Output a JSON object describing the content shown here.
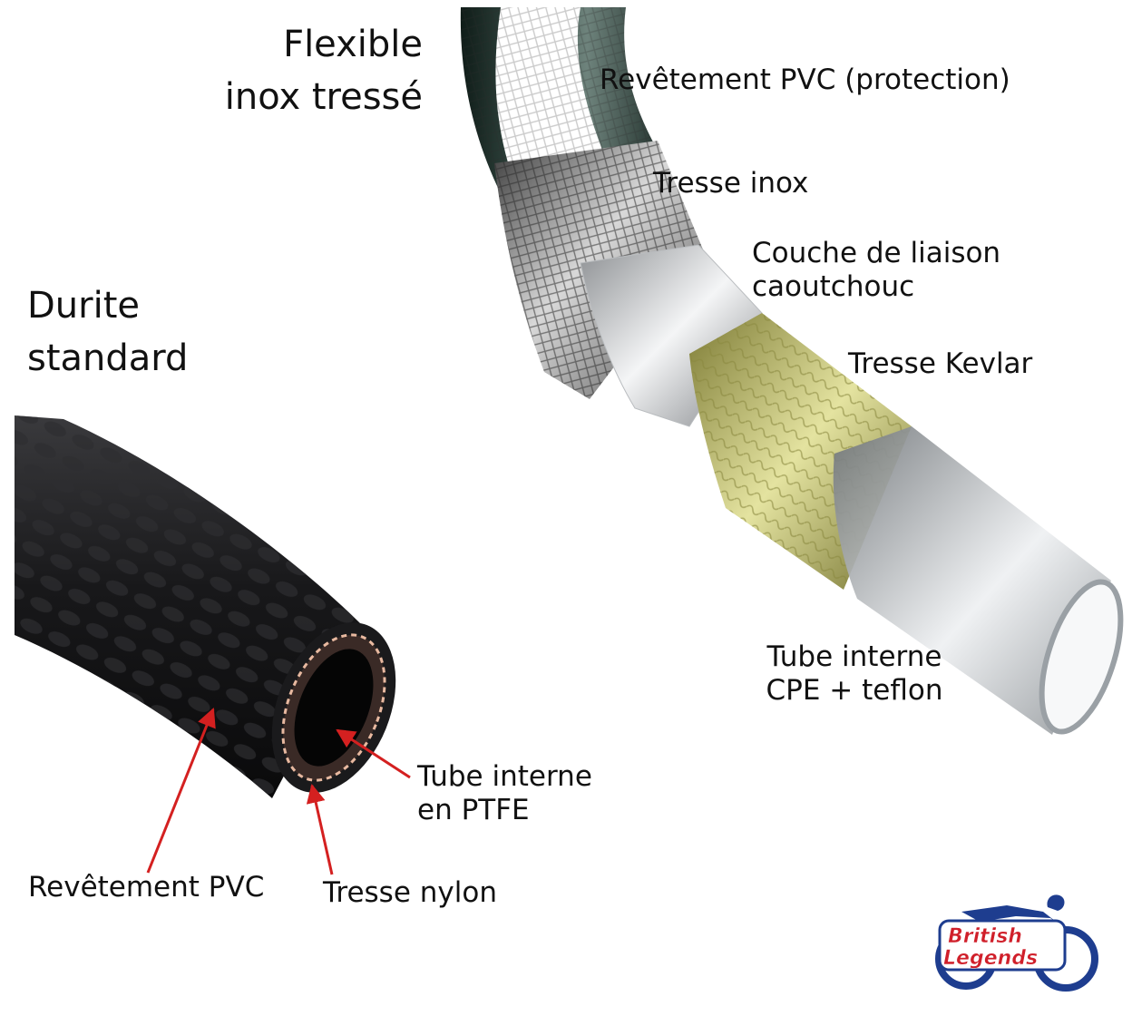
{
  "braided_hose": {
    "title": "Flexible\ninox tressé",
    "layers": [
      {
        "label": "Revêtement PVC (protection)"
      },
      {
        "label": "Tresse inox"
      },
      {
        "label": "Couche de liaison\ncaoutchouc"
      },
      {
        "label": "Tresse Kevlar"
      },
      {
        "label": "Tube interne\nCPE + teflon"
      }
    ]
  },
  "standard_hose": {
    "title": "Durite\nstandard",
    "layers": [
      {
        "label": "Revêtement PVC"
      },
      {
        "label": "Tresse nylon"
      },
      {
        "label": "Tube interne\nen PTFE"
      }
    ]
  },
  "logo": {
    "line1": "British",
    "line2": "Legends"
  },
  "colors": {
    "arrow": "#d42020",
    "pvc_jacket": "#24342f",
    "steel_braid": "#8a8a8a",
    "kevlar_braid": "#c9c76a",
    "inner_tube": "#d9dde0",
    "black_hose": "#1c1c1e",
    "logo_blue": "#1e3d8f",
    "logo_red": "#d01f2a"
  }
}
